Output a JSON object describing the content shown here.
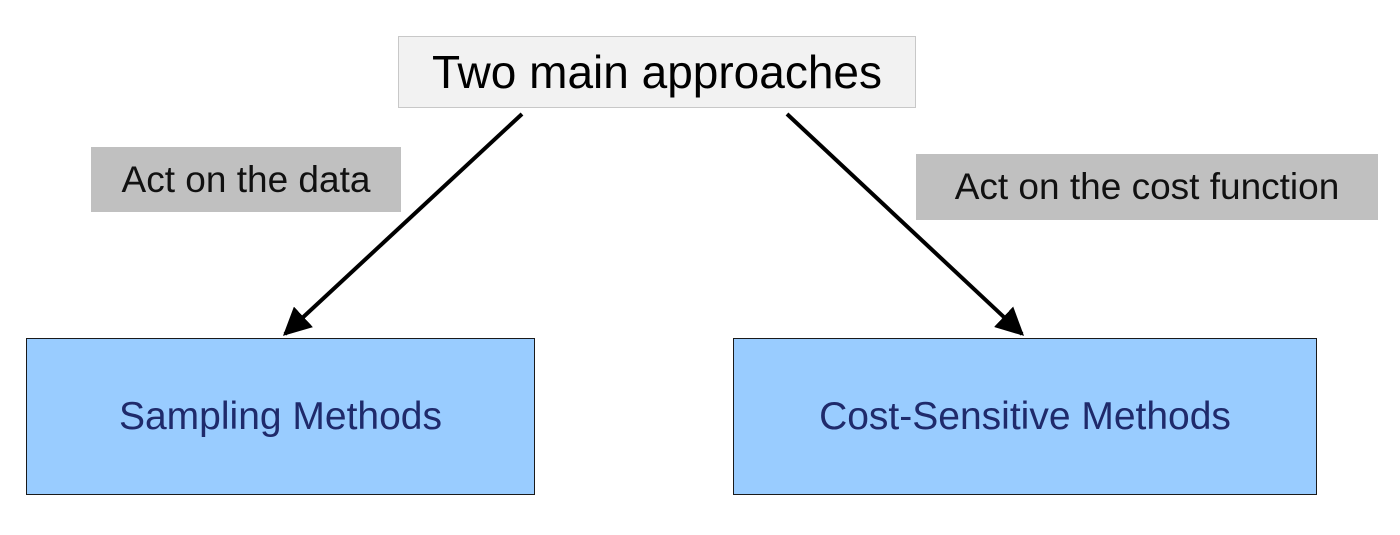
{
  "root": {
    "label": "Two main approaches"
  },
  "edges": [
    {
      "label": "Act on the data"
    },
    {
      "label": "Act on the cost function"
    }
  ],
  "leaves": [
    {
      "label": "Sampling Methods"
    },
    {
      "label": "Cost-Sensitive Methods"
    }
  ],
  "colors": {
    "root_fill": "#f2f2f2",
    "edge_label_fill": "#c0c0c0",
    "leaf_fill": "#99ccff",
    "leaf_text": "#1f2a6b",
    "arrow": "#000000"
  }
}
